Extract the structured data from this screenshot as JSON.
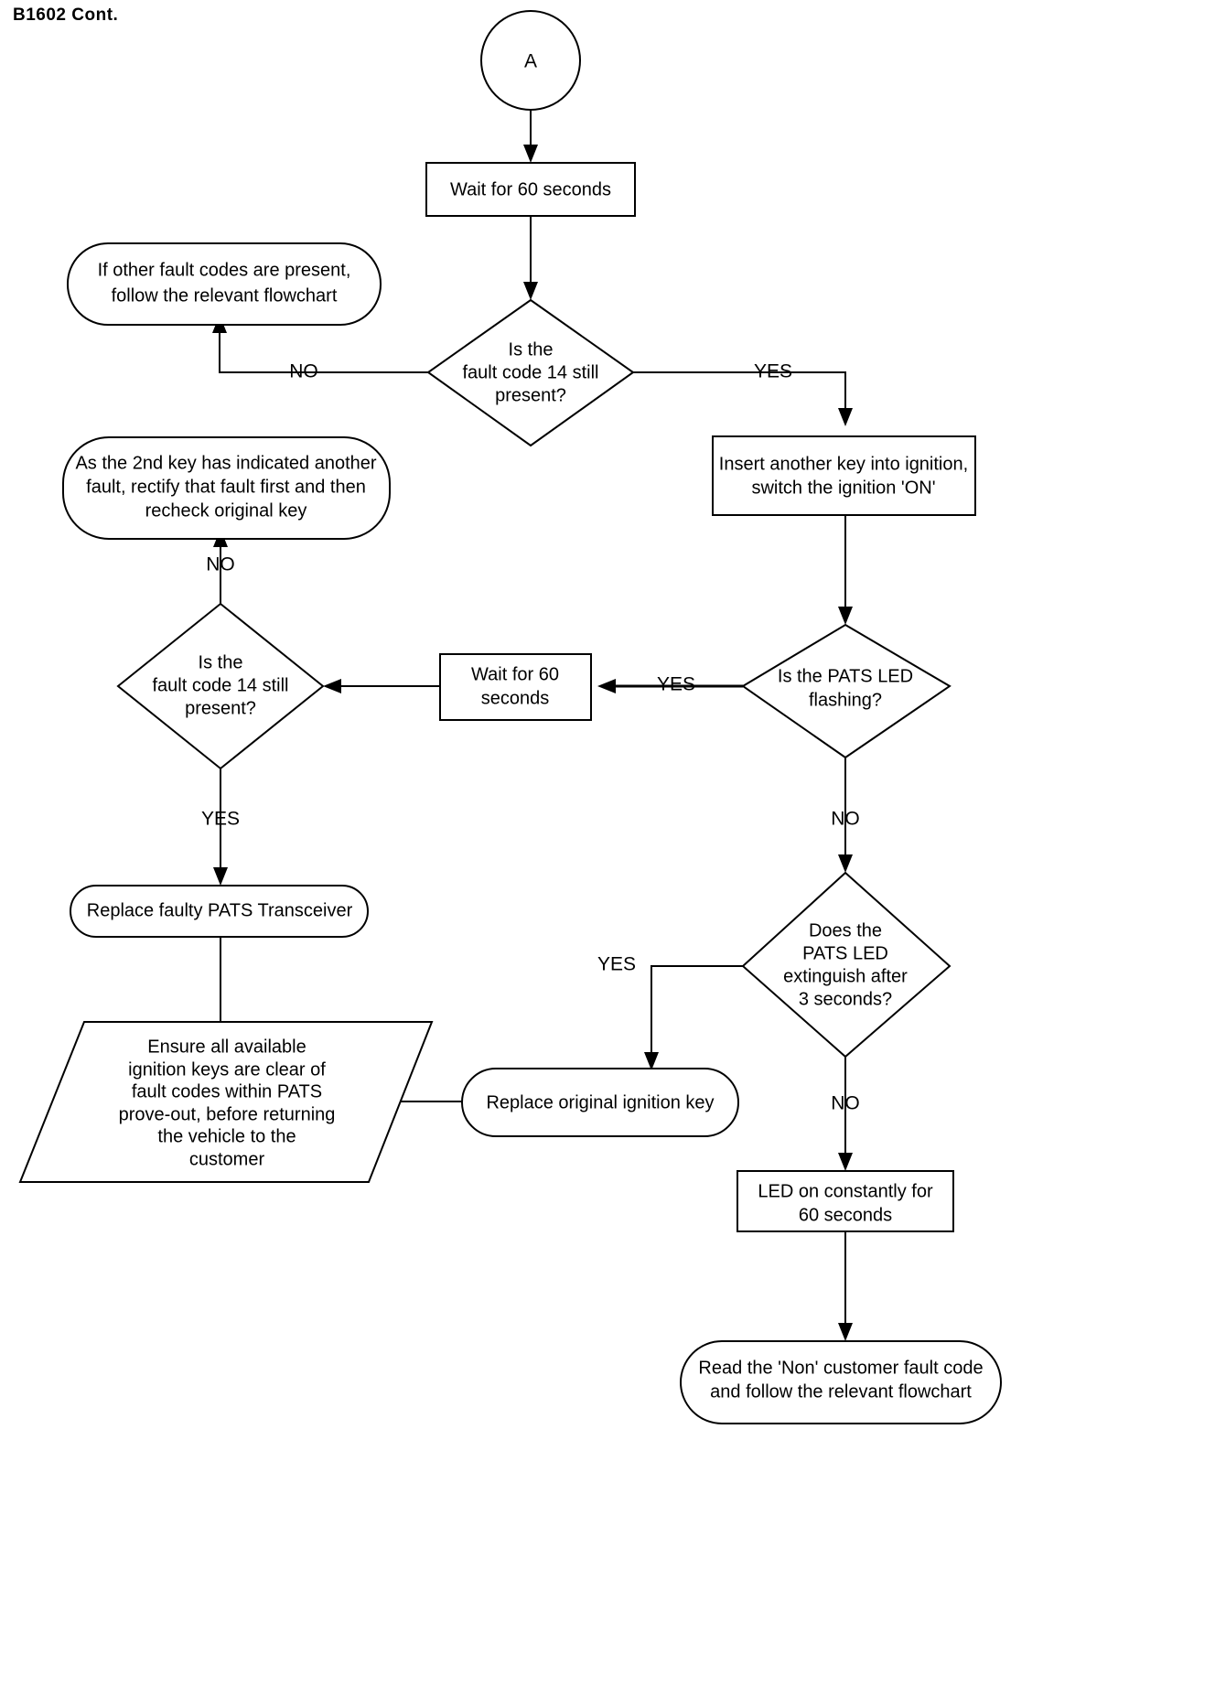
{
  "page": {
    "title": "B1602 Cont.",
    "background_color": "#ffffff",
    "line_color": "#000000"
  },
  "chart_data": {
    "type": "diagram",
    "diagram_kind": "flowchart",
    "title": "B1602 Cont.",
    "nodes": [
      {
        "id": "A",
        "shape": "circle",
        "text": "A"
      },
      {
        "id": "wait60_top",
        "shape": "rectangle",
        "text": "Wait for 60 seconds"
      },
      {
        "id": "q1",
        "shape": "diamond",
        "text": "Is the\nfault code 14 still\npresent?"
      },
      {
        "id": "otherfaults",
        "shape": "rounded",
        "text": "If other fault codes are present,\nfollow the relevant flowchart"
      },
      {
        "id": "insertkey",
        "shape": "rectangle",
        "text": "Insert another key into ignition,\nswitch the ignition 'ON'"
      },
      {
        "id": "q2",
        "shape": "diamond",
        "text": "Is the PATS LED\nflashing?"
      },
      {
        "id": "wait60_mid",
        "shape": "rectangle",
        "text": "Wait for 60\nseconds"
      },
      {
        "id": "q3",
        "shape": "diamond",
        "text": "Is the\nfault code 14 still\npresent?"
      },
      {
        "id": "secondkey",
        "shape": "rounded",
        "text": "As the 2nd key has indicated another\nfault, rectify that fault first and then\nrecheck original key"
      },
      {
        "id": "replacepats",
        "shape": "rounded",
        "text": "Replace faulty PATS Transceiver"
      },
      {
        "id": "ensurekeys",
        "shape": "parallelogram",
        "text": "Ensure all available\nignition keys are clear of\nfault codes within PATS\nprove-out, before returning\nthe vehicle to the\ncustomer"
      },
      {
        "id": "q4",
        "shape": "diamond",
        "text": "Does the\nPATS LED\nextinguish after\n3 seconds?"
      },
      {
        "id": "replacekey",
        "shape": "rounded",
        "text": "Replace original ignition key"
      },
      {
        "id": "ledconstant",
        "shape": "rectangle",
        "text": "LED on constantly for\n60 seconds"
      },
      {
        "id": "readnon",
        "shape": "rounded",
        "text": "Read the 'Non' customer fault code\nand follow the relevant flowchart"
      }
    ],
    "edges": [
      {
        "from": "A",
        "to": "wait60_top",
        "label": ""
      },
      {
        "from": "wait60_top",
        "to": "q1",
        "label": ""
      },
      {
        "from": "q1",
        "to": "otherfaults",
        "label": "NO"
      },
      {
        "from": "q1",
        "to": "insertkey",
        "label": "YES"
      },
      {
        "from": "insertkey",
        "to": "q2",
        "label": ""
      },
      {
        "from": "q2",
        "to": "wait60_mid",
        "label": "YES"
      },
      {
        "from": "wait60_mid",
        "to": "q3",
        "label": ""
      },
      {
        "from": "q3",
        "to": "secondkey",
        "label": "NO"
      },
      {
        "from": "q3",
        "to": "replacepats",
        "label": "YES"
      },
      {
        "from": "replacepats",
        "to": "ensurekeys",
        "label": ""
      },
      {
        "from": "q2",
        "to": "q4",
        "label": "NO"
      },
      {
        "from": "q4",
        "to": "replacekey",
        "label": "YES"
      },
      {
        "from": "replacekey",
        "to": "ensurekeys",
        "label": ""
      },
      {
        "from": "q4",
        "to": "ledconstant",
        "label": "NO"
      },
      {
        "from": "ledconstant",
        "to": "readnon",
        "label": ""
      }
    ]
  },
  "nodes": {
    "connector_a": {
      "text": "A"
    },
    "wait60_top": {
      "line1": "Wait for 60 seconds"
    },
    "q1": {
      "line1": "Is the",
      "line2": "fault code 14 still",
      "line3": "present?"
    },
    "otherfaults": {
      "line1": "If other fault codes are present,",
      "line2": "follow the relevant flowchart"
    },
    "insertkey": {
      "line1": "Insert another key into ignition,",
      "line2": "switch the ignition 'ON'"
    },
    "q2": {
      "line1": "Is the PATS LED",
      "line2": "flashing?"
    },
    "wait60_mid": {
      "line1": "Wait for 60",
      "line2": "seconds"
    },
    "q3": {
      "line1": "Is the",
      "line2": "fault code 14 still",
      "line3": "present?"
    },
    "secondkey": {
      "line1": "As the 2nd key has indicated another",
      "line2": "fault, rectify that fault first and then",
      "line3": "recheck original key"
    },
    "replacepats": {
      "line1": "Replace faulty PATS Transceiver"
    },
    "ensurekeys": {
      "line1": "Ensure all available",
      "line2": "ignition keys are clear of",
      "line3": "fault codes within PATS",
      "line4": "prove-out, before returning",
      "line5": "the vehicle to the",
      "line6": "customer"
    },
    "q4": {
      "line1": "Does the",
      "line2": "PATS LED",
      "line3": "extinguish after",
      "line4": "3 seconds?"
    },
    "replacekey": {
      "line1": "Replace original ignition key"
    },
    "ledconstant": {
      "line1": "LED on constantly for",
      "line2": "60 seconds"
    },
    "readnon": {
      "line1": "Read the 'Non' customer fault code",
      "line2": "and follow the relevant flowchart"
    }
  },
  "edge_labels": {
    "q1_no": "NO",
    "q1_yes": "YES",
    "q2_yes": "YES",
    "q2_no": "NO",
    "q3_no": "NO",
    "q3_yes": "YES",
    "q4_yes": "YES",
    "q4_no": "NO"
  }
}
